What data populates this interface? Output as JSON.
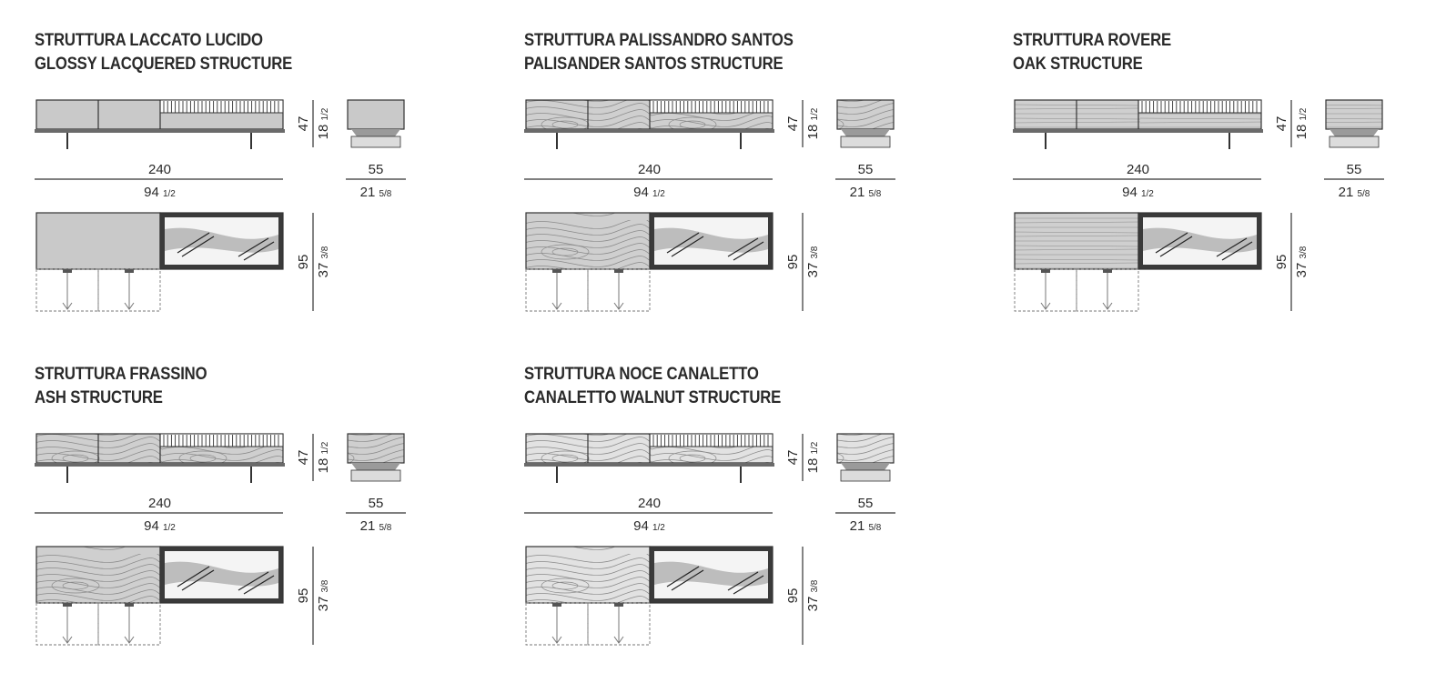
{
  "dimensions": {
    "width_cm": "240",
    "width_in_whole": "94",
    "width_in_frac": "1/2",
    "height_cm": "47",
    "height_in_whole": "18",
    "height_in_frac": "1/2",
    "depth_cm": "55",
    "depth_in_whole": "21",
    "depth_in_frac": "5/8",
    "plan_depth_cm": "95",
    "plan_depth_in_whole": "37",
    "plan_depth_in_frac": "3/8"
  },
  "variants": [
    {
      "title_it": "STRUTTURA LACCATO LUCIDO",
      "title_en": "GLOSSY LACQUERED STRUCTURE",
      "finish": "lacquer",
      "color": "#c9c9c9"
    },
    {
      "title_it": "STRUTTURA PALISSANDRO SANTOS",
      "title_en": "PALISANDER SANTOS STRUCTURE",
      "finish": "palisander",
      "color": "#cfcfcf"
    },
    {
      "title_it": "STRUTTURA ROVERE",
      "title_en": "OAK STRUCTURE",
      "finish": "oak",
      "color": "#cfcfcf"
    },
    {
      "title_it": "STRUTTURA FRASSINO",
      "title_en": "ASH STRUCTURE",
      "finish": "ash",
      "color": "#cfcfcf"
    },
    {
      "title_it": "STRUTTURA NOCE CANALETTO",
      "title_en": "CANALETTO WALNUT STRUCTURE",
      "finish": "walnut",
      "color": "#e2e2e2"
    }
  ]
}
